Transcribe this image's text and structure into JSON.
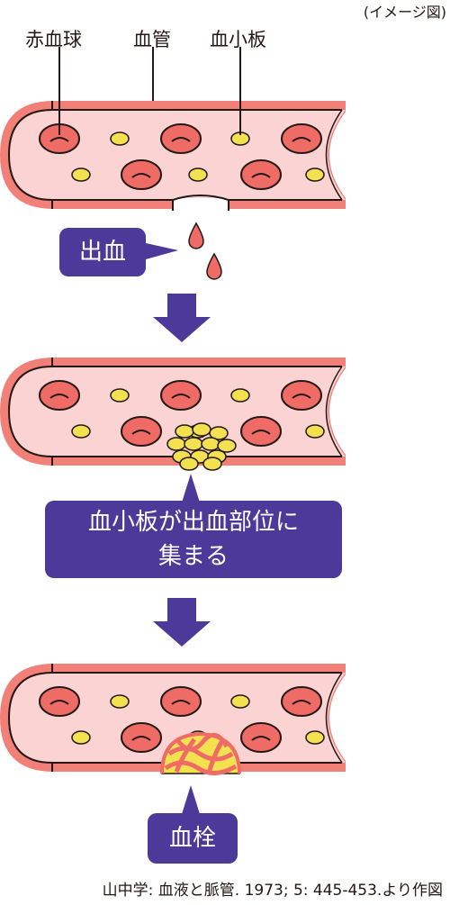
{
  "note": "(イメージ図)",
  "labels": {
    "rbc": "赤血球",
    "vessel": "血管",
    "platelet": "血小板"
  },
  "steps": [
    {
      "callout": "出血"
    },
    {
      "callout_line1": "血小板が出血部位に",
      "callout_line2": "集まる"
    },
    {
      "callout": "血栓"
    }
  ],
  "caption": "山中学: 血液と脈管. 1973; 5: 445-453.より作図",
  "colors": {
    "vessel_wall": "#f28079",
    "vessel_fill": "#fbd3d2",
    "rbc": "#ef6c66",
    "platelet": "#f3e150",
    "callout": "#4b3a9a",
    "arrow": "#4b3a9a",
    "blood_drop": "#ef6c66"
  }
}
